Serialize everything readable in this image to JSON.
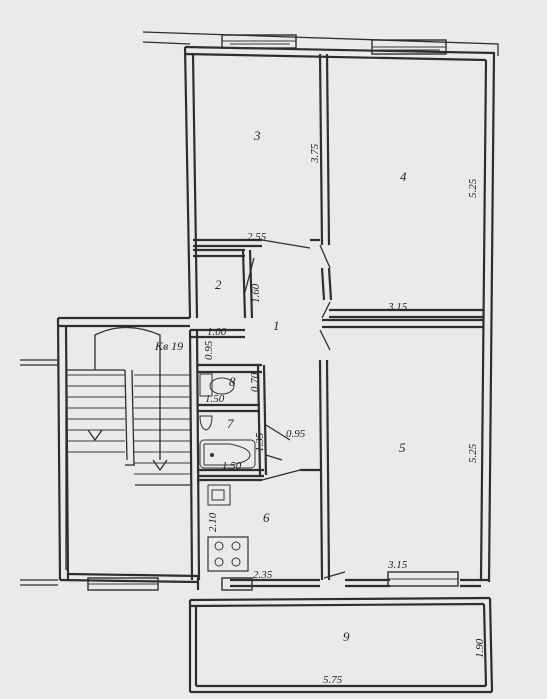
{
  "apartment_label": "Кв 19",
  "rooms": [
    {
      "id": "3",
      "label": "3"
    },
    {
      "id": "4",
      "label": "4"
    },
    {
      "id": "2",
      "label": "2"
    },
    {
      "id": "1",
      "label": "1"
    },
    {
      "id": "8",
      "label": "8"
    },
    {
      "id": "7",
      "label": "7"
    },
    {
      "id": "5",
      "label": "5"
    },
    {
      "id": "6",
      "label": "6"
    },
    {
      "id": "9",
      "label": "9"
    }
  ],
  "dimensions": {
    "room3_height": "3.75",
    "room3_width": "2.55",
    "room4_height": "5.25",
    "room4_width": "3.15",
    "room2_height": "1.60",
    "hall_width": "1.00",
    "hall_height": "0.95",
    "wc_height": "0.70",
    "wc_width": "1.50",
    "bath_height": "1.35",
    "bath_width": "1.50",
    "door_gap": "0.95",
    "room5_height": "5.25",
    "room5_width": "3.15",
    "kitchen_height": "2.10",
    "kitchen_width": "2.35",
    "balcony_height": "1.90",
    "balcony_width": "5.75"
  }
}
